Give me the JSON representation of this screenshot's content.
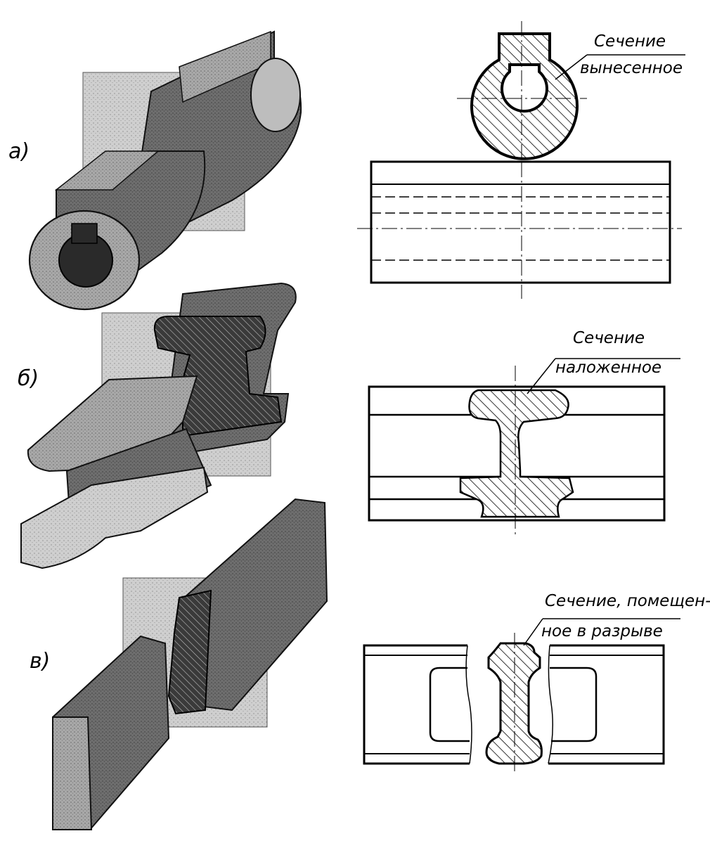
{
  "figure": {
    "rows": [
      {
        "letter": "а)",
        "caption_lines": [
          "Сечение",
          "вынесенное"
        ]
      },
      {
        "letter": "б)",
        "caption_lines": [
          "Сечение",
          "наложенное"
        ]
      },
      {
        "letter": "в)",
        "caption_lines": [
          "Сечение, помещен-",
          "ное в разрыве"
        ]
      }
    ]
  }
}
